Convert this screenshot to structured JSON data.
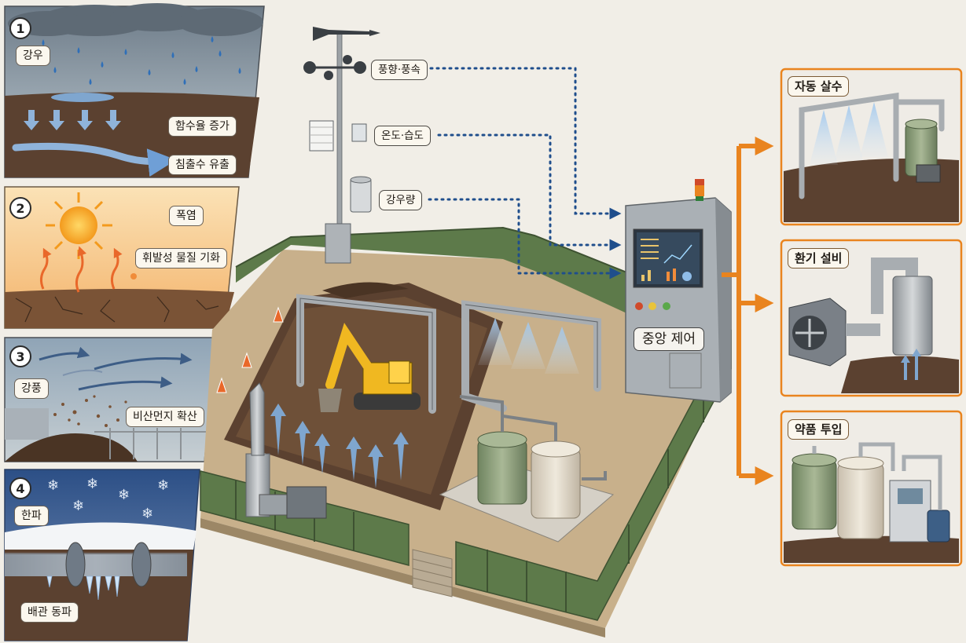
{
  "hazards": [
    {
      "number": "1",
      "title": "강우",
      "effects": [
        "함수율 증가",
        "침출수 유출"
      ]
    },
    {
      "number": "2",
      "title": "폭염",
      "effects": [
        "휘발성 물질 기화"
      ]
    },
    {
      "number": "3",
      "title": "강풍",
      "effects": [
        "비산먼지 확산"
      ]
    },
    {
      "number": "4",
      "title": "한파",
      "effects": [
        "배관 동파"
      ]
    }
  ],
  "sensors": {
    "wind": "풍향·풍속",
    "temp_humidity": "온도·습도",
    "rain": "강우량"
  },
  "control": {
    "label": "중앙 제어"
  },
  "responses": [
    {
      "title": "자동 살수"
    },
    {
      "title": "환기 설비"
    },
    {
      "title": "약품 투입"
    }
  ],
  "colors": {
    "arrow_orange": "#e9841f",
    "signal_blue": "#1f4e8c",
    "fence_green": "#5d7a4a",
    "soil_brown": "#5b4130"
  }
}
